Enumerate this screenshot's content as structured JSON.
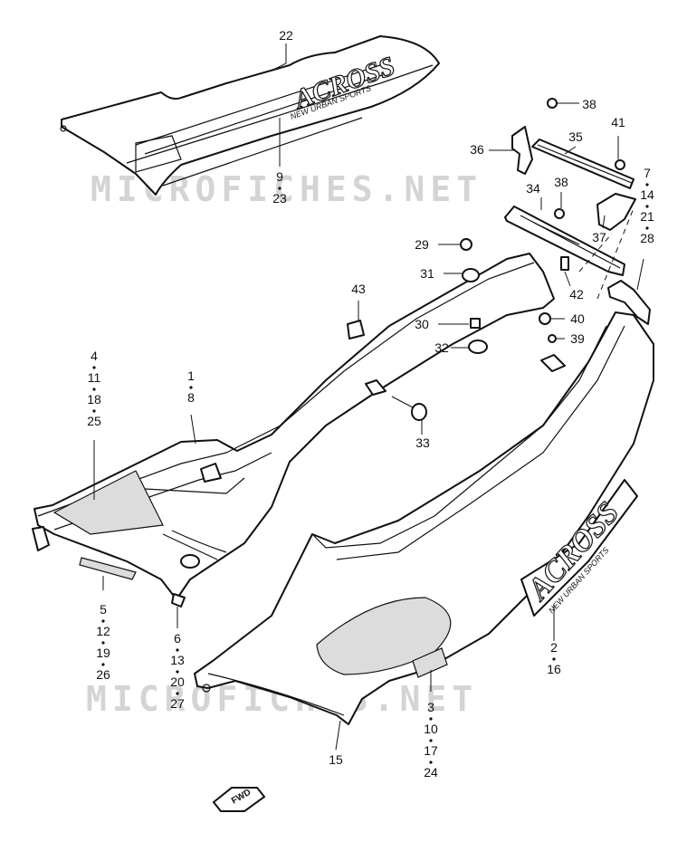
{
  "watermark": {
    "text": "MICROFICHES.NET"
  },
  "decals": {
    "logo_text": "ACROSS",
    "tagline": "NEW URBAN SPORTS"
  },
  "fwd_badge": {
    "text": "FWD"
  },
  "callouts": [
    {
      "id": "c22",
      "items": [
        "22"
      ]
    },
    {
      "id": "c9",
      "items": [
        "9",
        "23"
      ]
    },
    {
      "id": "c38a",
      "items": [
        "38"
      ]
    },
    {
      "id": "c35",
      "items": [
        "35"
      ]
    },
    {
      "id": "c41",
      "items": [
        "41"
      ]
    },
    {
      "id": "c36",
      "items": [
        "36"
      ]
    },
    {
      "id": "c7",
      "items": [
        "7",
        "14",
        "21",
        "28"
      ]
    },
    {
      "id": "c34",
      "items": [
        "34"
      ]
    },
    {
      "id": "c38b",
      "items": [
        "38"
      ]
    },
    {
      "id": "c37",
      "items": [
        "37"
      ]
    },
    {
      "id": "c29",
      "items": [
        "29"
      ]
    },
    {
      "id": "c31",
      "items": [
        "31"
      ]
    },
    {
      "id": "c42",
      "items": [
        "42"
      ]
    },
    {
      "id": "c43",
      "items": [
        "43"
      ]
    },
    {
      "id": "c30",
      "items": [
        "30"
      ]
    },
    {
      "id": "c40",
      "items": [
        "40"
      ]
    },
    {
      "id": "c39",
      "items": [
        "39"
      ]
    },
    {
      "id": "c32",
      "items": [
        "32"
      ]
    },
    {
      "id": "c4",
      "items": [
        "4",
        "11",
        "18",
        "25"
      ]
    },
    {
      "id": "c1",
      "items": [
        "1",
        "8"
      ]
    },
    {
      "id": "c33",
      "items": [
        "33"
      ]
    },
    {
      "id": "c5",
      "items": [
        "5",
        "12",
        "19",
        "26"
      ]
    },
    {
      "id": "c6",
      "items": [
        "6",
        "13",
        "20",
        "27"
      ]
    },
    {
      "id": "c2",
      "items": [
        "2",
        "16"
      ]
    },
    {
      "id": "c3",
      "items": [
        "3",
        "10",
        "17",
        "24"
      ]
    },
    {
      "id": "c15",
      "items": [
        "15"
      ]
    }
  ]
}
